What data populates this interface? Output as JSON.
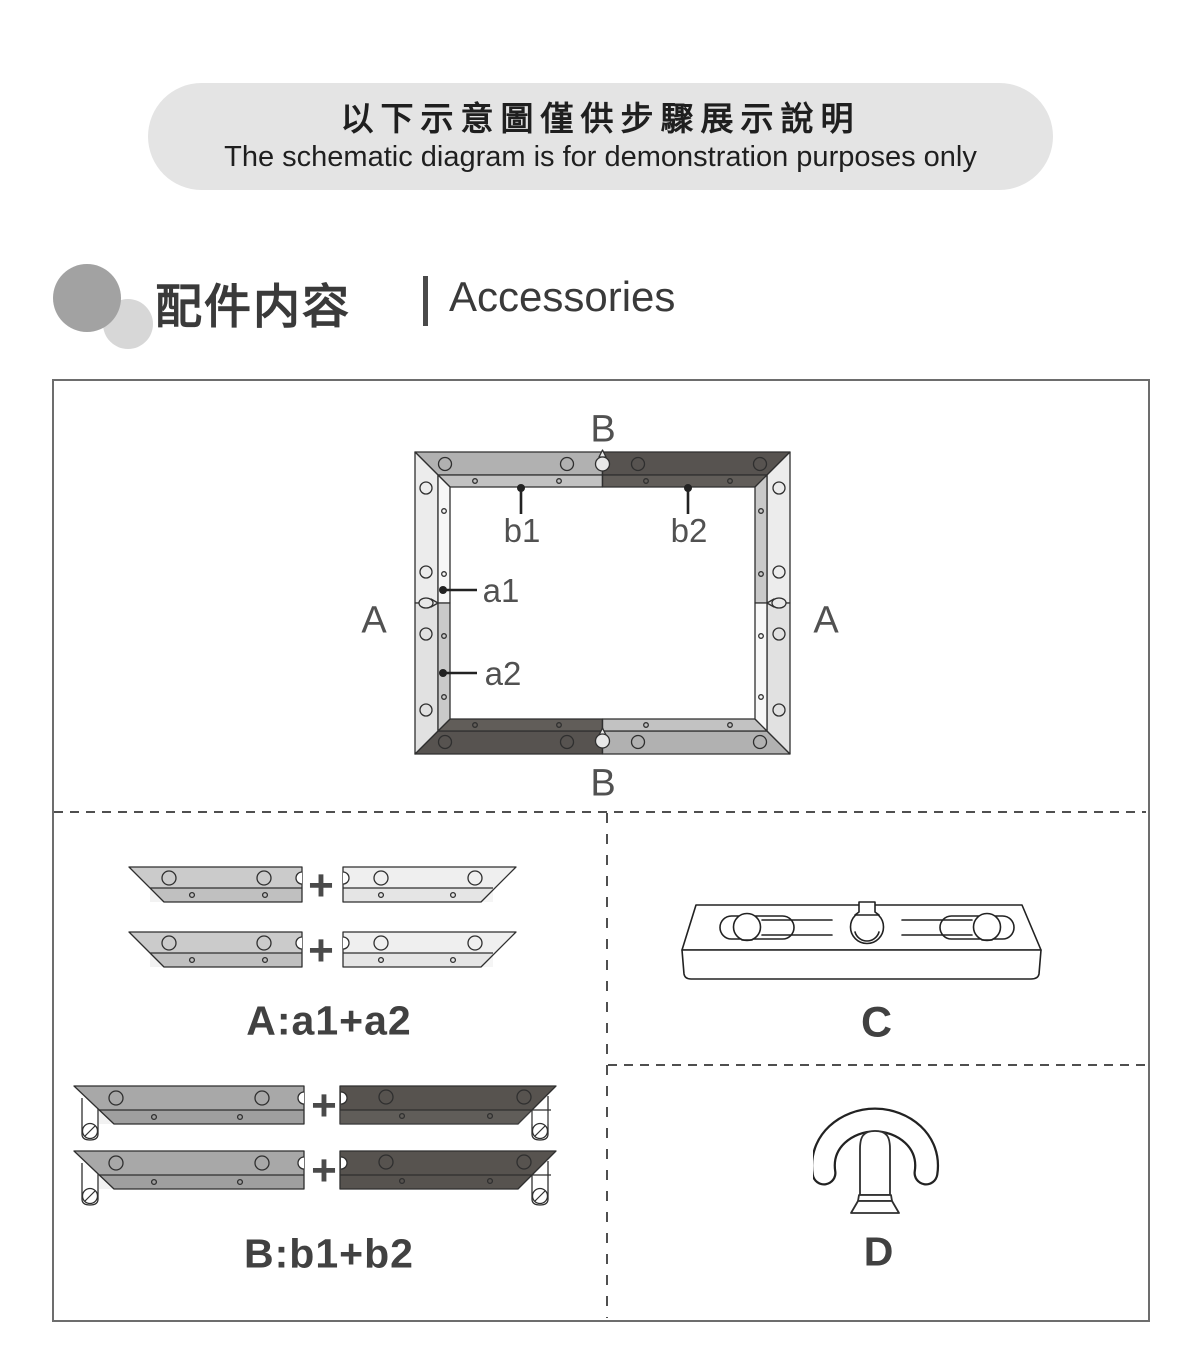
{
  "banner": {
    "line1_zh": "以下示意圖僅供步驟展示說明",
    "line2_en": "The schematic diagram is for demonstration purposes only"
  },
  "section_header": {
    "title_zh": "配件内容",
    "title_en": "Accessories"
  },
  "frame_diagram": {
    "labels": {
      "top": "B",
      "bottom": "B",
      "left": "A",
      "right": "A",
      "b1": "b1",
      "b2": "b2",
      "a1": "a1",
      "a2": "a2"
    }
  },
  "parts": {
    "plus": "+",
    "group_a": {
      "label": "A:a1+a2"
    },
    "group_b": {
      "label": "B:b1+b2"
    },
    "part_c": {
      "label": "C"
    },
    "part_d": {
      "label": "D"
    }
  },
  "colors": {
    "banner_bg": "#e4e4e4",
    "bullet_dark": "#a2a2a2",
    "bullet_light": "#d7d7d7",
    "ink": "#1f1f1f",
    "title_text": "#3a3a3a",
    "label_gray": "#515151",
    "part_label": "#414141",
    "outline": "#2f2f2f",
    "box_border": "#6d6d6d",
    "dash": "#4f4f4f",
    "rail_b1": "#b1b1b1",
    "rail_b1_inner": "#c2c2c2",
    "rail_b2": "#575350",
    "rail_b2_inner": "#615d59",
    "rail_side_outer_top": "#ececec",
    "rail_side_outer_bottom": "#e1e1e1",
    "rail_inner_light": "#f7f7f7",
    "rail_inner_gray": "#c9c9c9",
    "part_a1": "#cbcbcb",
    "part_a2": "#efefef",
    "part_b1": "#a8a8a8",
    "part_b2": "#57534f",
    "keyhole_fill": "#e8e8e8"
  }
}
